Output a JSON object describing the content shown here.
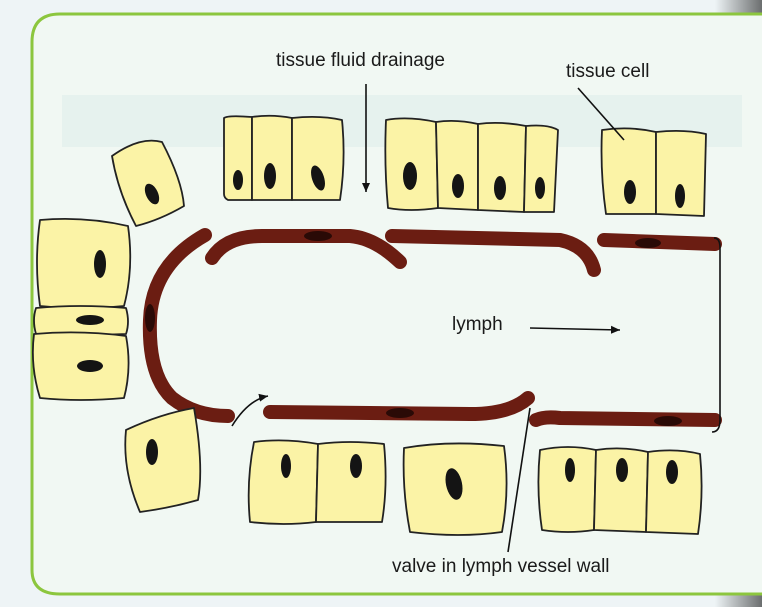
{
  "labels": {
    "tissue_fluid_drainage": "tissue fluid drainage",
    "tissue_cell": "tissue cell",
    "lymph": "lymph",
    "valve": "valve in lymph vessel wall"
  },
  "colors": {
    "border": "#8cc63e",
    "panel_background": "#f1f8f3",
    "cell_fill": "#fbf3a6",
    "cell_stroke": "#222222",
    "nucleus": "#141414",
    "vessel_wall": "#6b1d12"
  }
}
